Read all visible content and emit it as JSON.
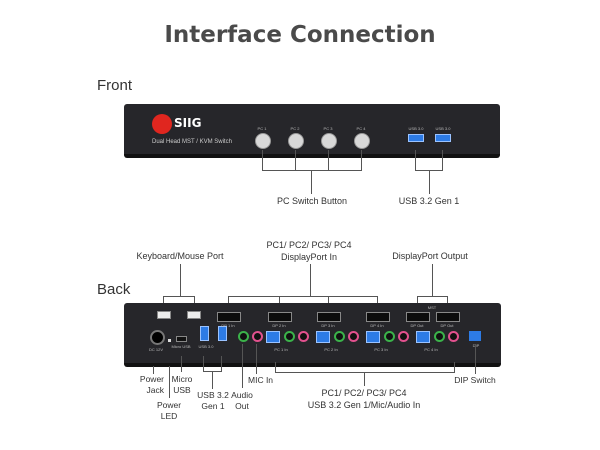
{
  "title": "Interface Connection",
  "sections": {
    "front": "Front",
    "back": "Back"
  },
  "device": {
    "brand": "SIIG",
    "subtitle": "Dual Head MST / KVM Switch",
    "front_buttons": [
      "PC 1",
      "PC 2",
      "PC 3",
      "PC 4"
    ],
    "front_usb": [
      "USB 3.0",
      "USB 3.0"
    ],
    "back_dp_in": [
      "DP 1 In",
      "DP 2 In",
      "DP 3 In",
      "DP 4 In"
    ],
    "back_dp_out": [
      "DP Out",
      "DP Out"
    ],
    "back_pc": [
      "PC 1 In",
      "PC 2 In",
      "PC 3 In",
      "PC 4 In"
    ],
    "dc": "DC 12V",
    "micro": "Micro USB",
    "usb30": "USB 3.0",
    "mst": "MST",
    "dip": "DIP"
  },
  "labels": {
    "pc_switch_button": "PC Switch Button",
    "usb_gen1_front": "USB 3.2 Gen 1",
    "keyboard_mouse_port": "Keyboard/Mouse Port",
    "dp_in_line1": "PC1/ PC2/ PC3/ PC4",
    "dp_in_line2": "DisplayPort In",
    "dp_output": "DisplayPort Output",
    "power_jack": "Power\nJack",
    "power_led": "Power\nLED",
    "micro_usb": "Micro\nUSB",
    "usb_gen1_back": "USB 3.2\nGen 1",
    "audio_out": "Audio\nOut",
    "mic_in": "MIC In",
    "pc_usb_line1": "PC1/ PC2/ PC3/ PC4",
    "pc_usb_line2": "USB 3.2 Gen 1/Mic/Audio In",
    "dip_switch": "DIP Switch"
  }
}
